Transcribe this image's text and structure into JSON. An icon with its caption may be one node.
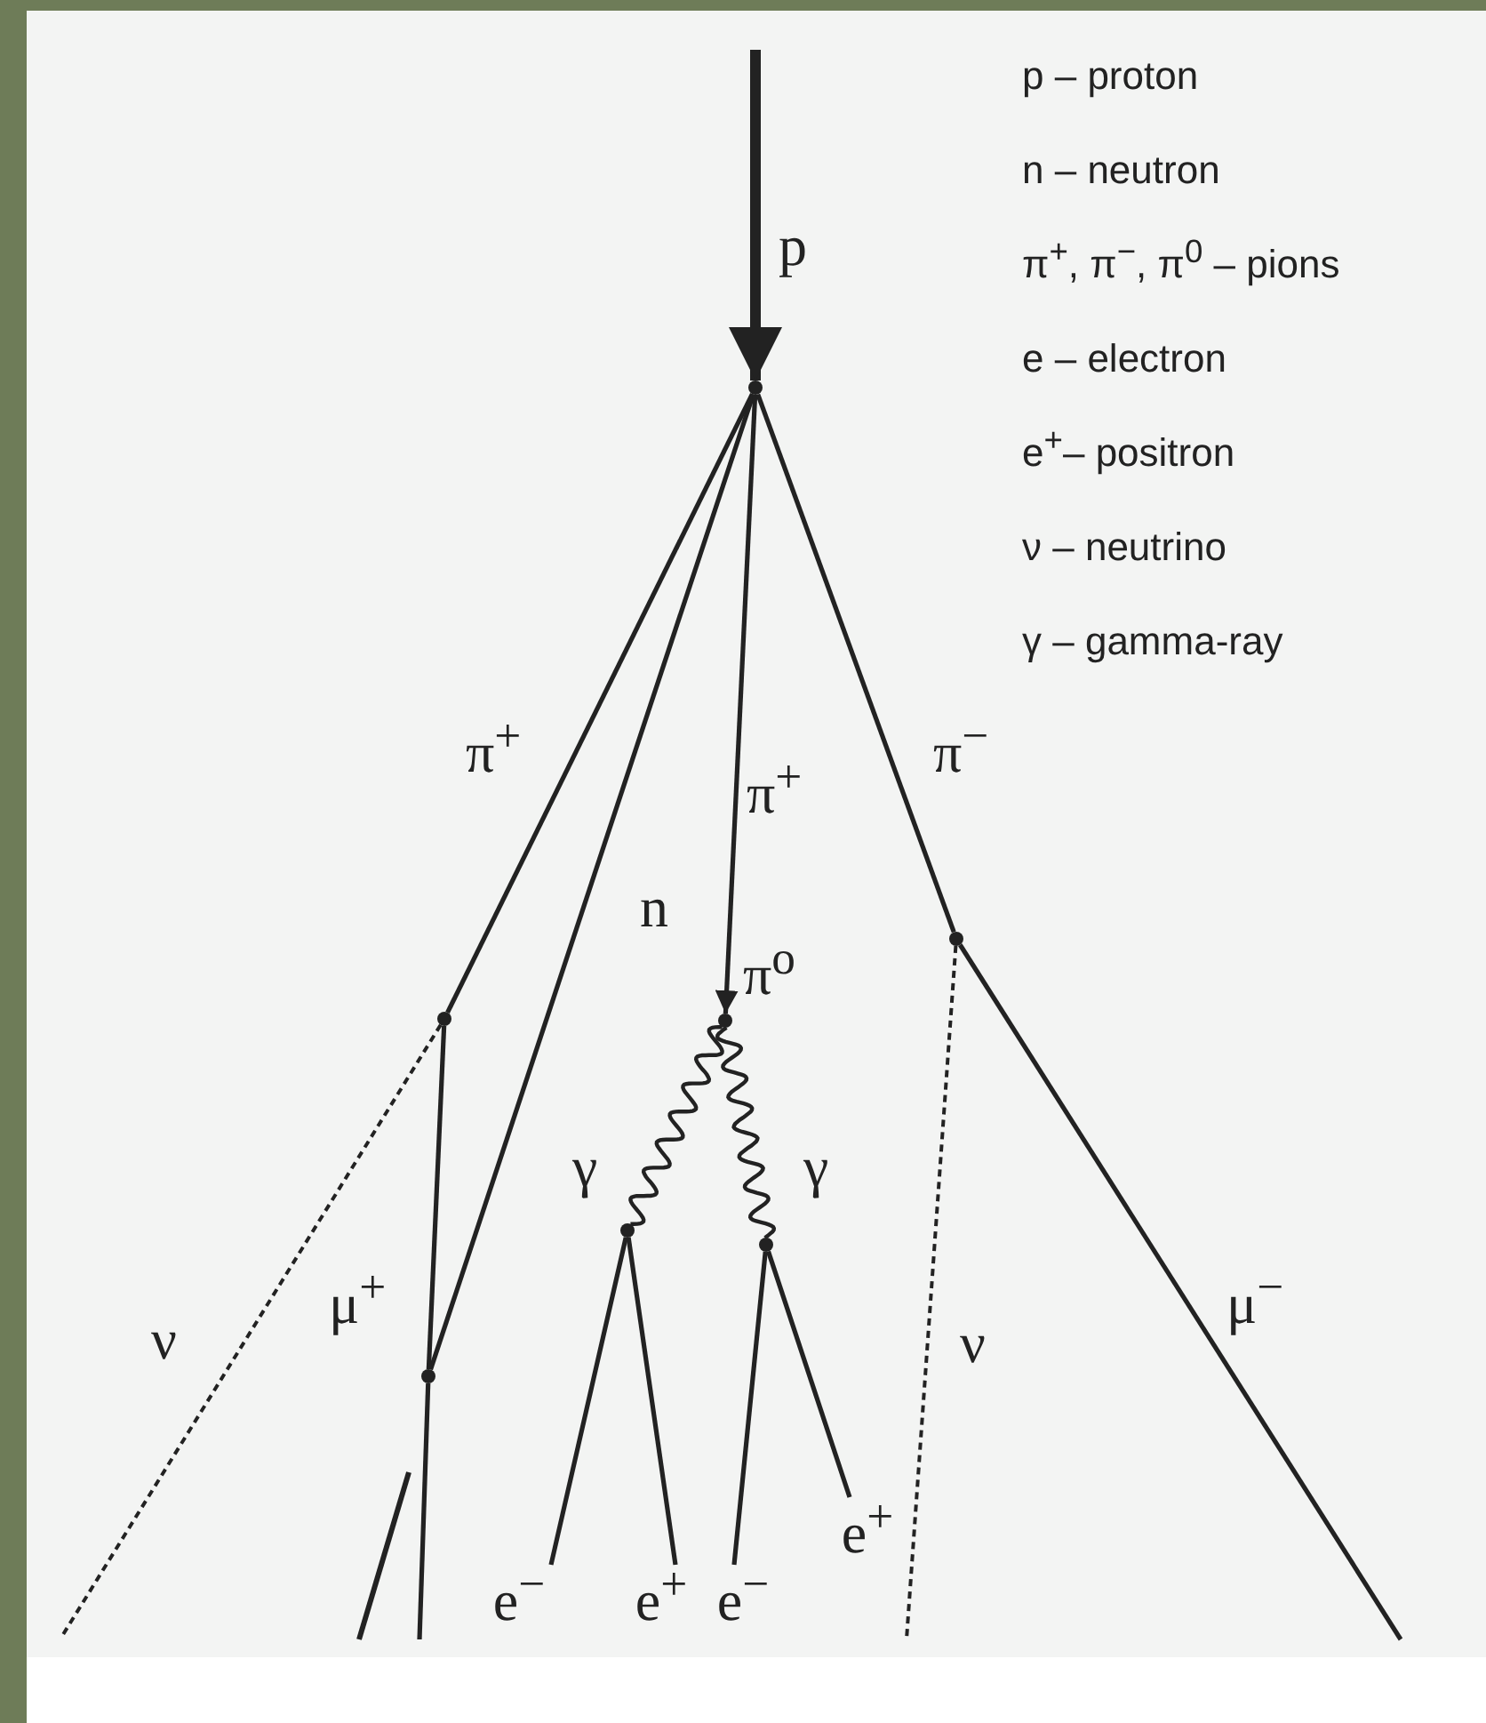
{
  "diagram": {
    "nodes": [
      {
        "text": [],
        "shape": "point"
      },
      {
        "text": [],
        "shape": "point"
      },
      {
        "text": [],
        "shape": "point",
        "beside": [
          "π$^{o}$"
        ]
      },
      {
        "text": [],
        "shape": "point"
      },
      {
        "text": [],
        "shape": "point"
      },
      {
        "text": [],
        "shape": "point"
      },
      {
        "text": [],
        "shape": "point"
      },
      {
        "text": [
          "e$^{−}$"
        ]
      },
      {
        "text": [
          "e$^{+}$"
        ]
      },
      {
        "text": [
          "e$^{−}$"
        ]
      },
      {
        "text": [
          "e$^{+}$"
        ]
      }
    ],
    "edges": [
      {
        "from": null,
        "to": 0,
        "arrow": "to",
        "label": "p",
        "style": "thick"
      },
      {
        "from": 0,
        "to": 1,
        "arrow": "none",
        "label": "π$^{+}$"
      },
      {
        "from": 0,
        "to": 4,
        "arrow": "none",
        "label": "n"
      },
      {
        "from": 0,
        "to": 2,
        "arrow": "to",
        "label": "π$^{+}$"
      },
      {
        "from": 0,
        "to": 3,
        "arrow": "none",
        "label": "π$^{−}$"
      },
      {
        "from": 1,
        "to": null,
        "arrow": "none",
        "label": "ν",
        "style": "dashed"
      },
      {
        "from": 1,
        "to": 4,
        "arrow": "none",
        "label": "μ$^{+}$"
      },
      {
        "from": 4,
        "to": null,
        "arrow": "none"
      },
      {
        "from": 2,
        "to": 5,
        "arrow": "none",
        "label": "γ"
      },
      {
        "from": 2,
        "to": 6,
        "arrow": "none",
        "label": "γ"
      },
      {
        "from": 5,
        "to": 7,
        "arrow": "none"
      },
      {
        "from": 5,
        "to": 8,
        "arrow": "none"
      },
      {
        "from": 6,
        "to": 9,
        "arrow": "none"
      },
      {
        "from": 6,
        "to": 10,
        "arrow": "none"
      },
      {
        "from": 3,
        "to": null,
        "arrow": "none",
        "label": "ν",
        "style": "dashed"
      },
      {
        "from": 3,
        "to": null,
        "arrow": "none",
        "label": "μ$^{−}$"
      }
    ],
    "labels": [
      "p – proton",
      "n – neutron",
      "π$^{+}$, π$^{−}$, π$^{0}$ – pions",
      "e – electron",
      "e$^{+}$– positron",
      "ν – neutrino",
      "γ – gamma-ray"
    ]
  }
}
